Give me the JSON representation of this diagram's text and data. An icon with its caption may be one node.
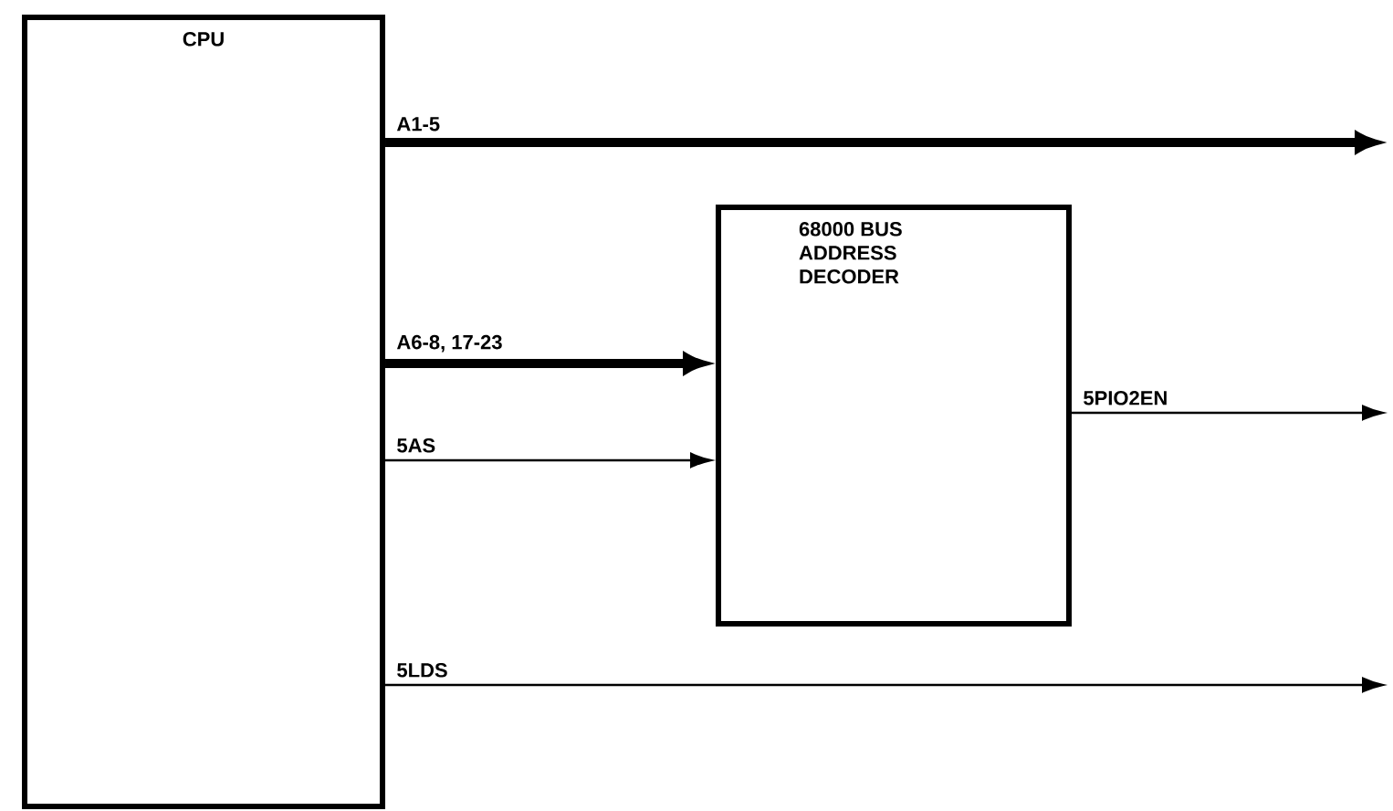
{
  "diagram": {
    "nodes": [
      {
        "text": [
          "CPU"
        ]
      },
      {
        "text": [
          "68000 BUS ADDRESS DECODER"
        ]
      }
    ],
    "edges": [
      {
        "from": 0,
        "to": null,
        "arrow": "to",
        "label": "A1-5",
        "style": "thick"
      },
      {
        "from": 0,
        "to": 1,
        "arrow": "to",
        "label": "A6-8, 17-23",
        "style": "thick"
      },
      {
        "from": 0,
        "to": 1,
        "arrow": "to",
        "label": "5AS"
      },
      {
        "from": 1,
        "to": null,
        "arrow": "to",
        "label": "5PIO2EN"
      },
      {
        "from": 0,
        "to": null,
        "arrow": "to",
        "label": "5LDS"
      }
    ]
  }
}
